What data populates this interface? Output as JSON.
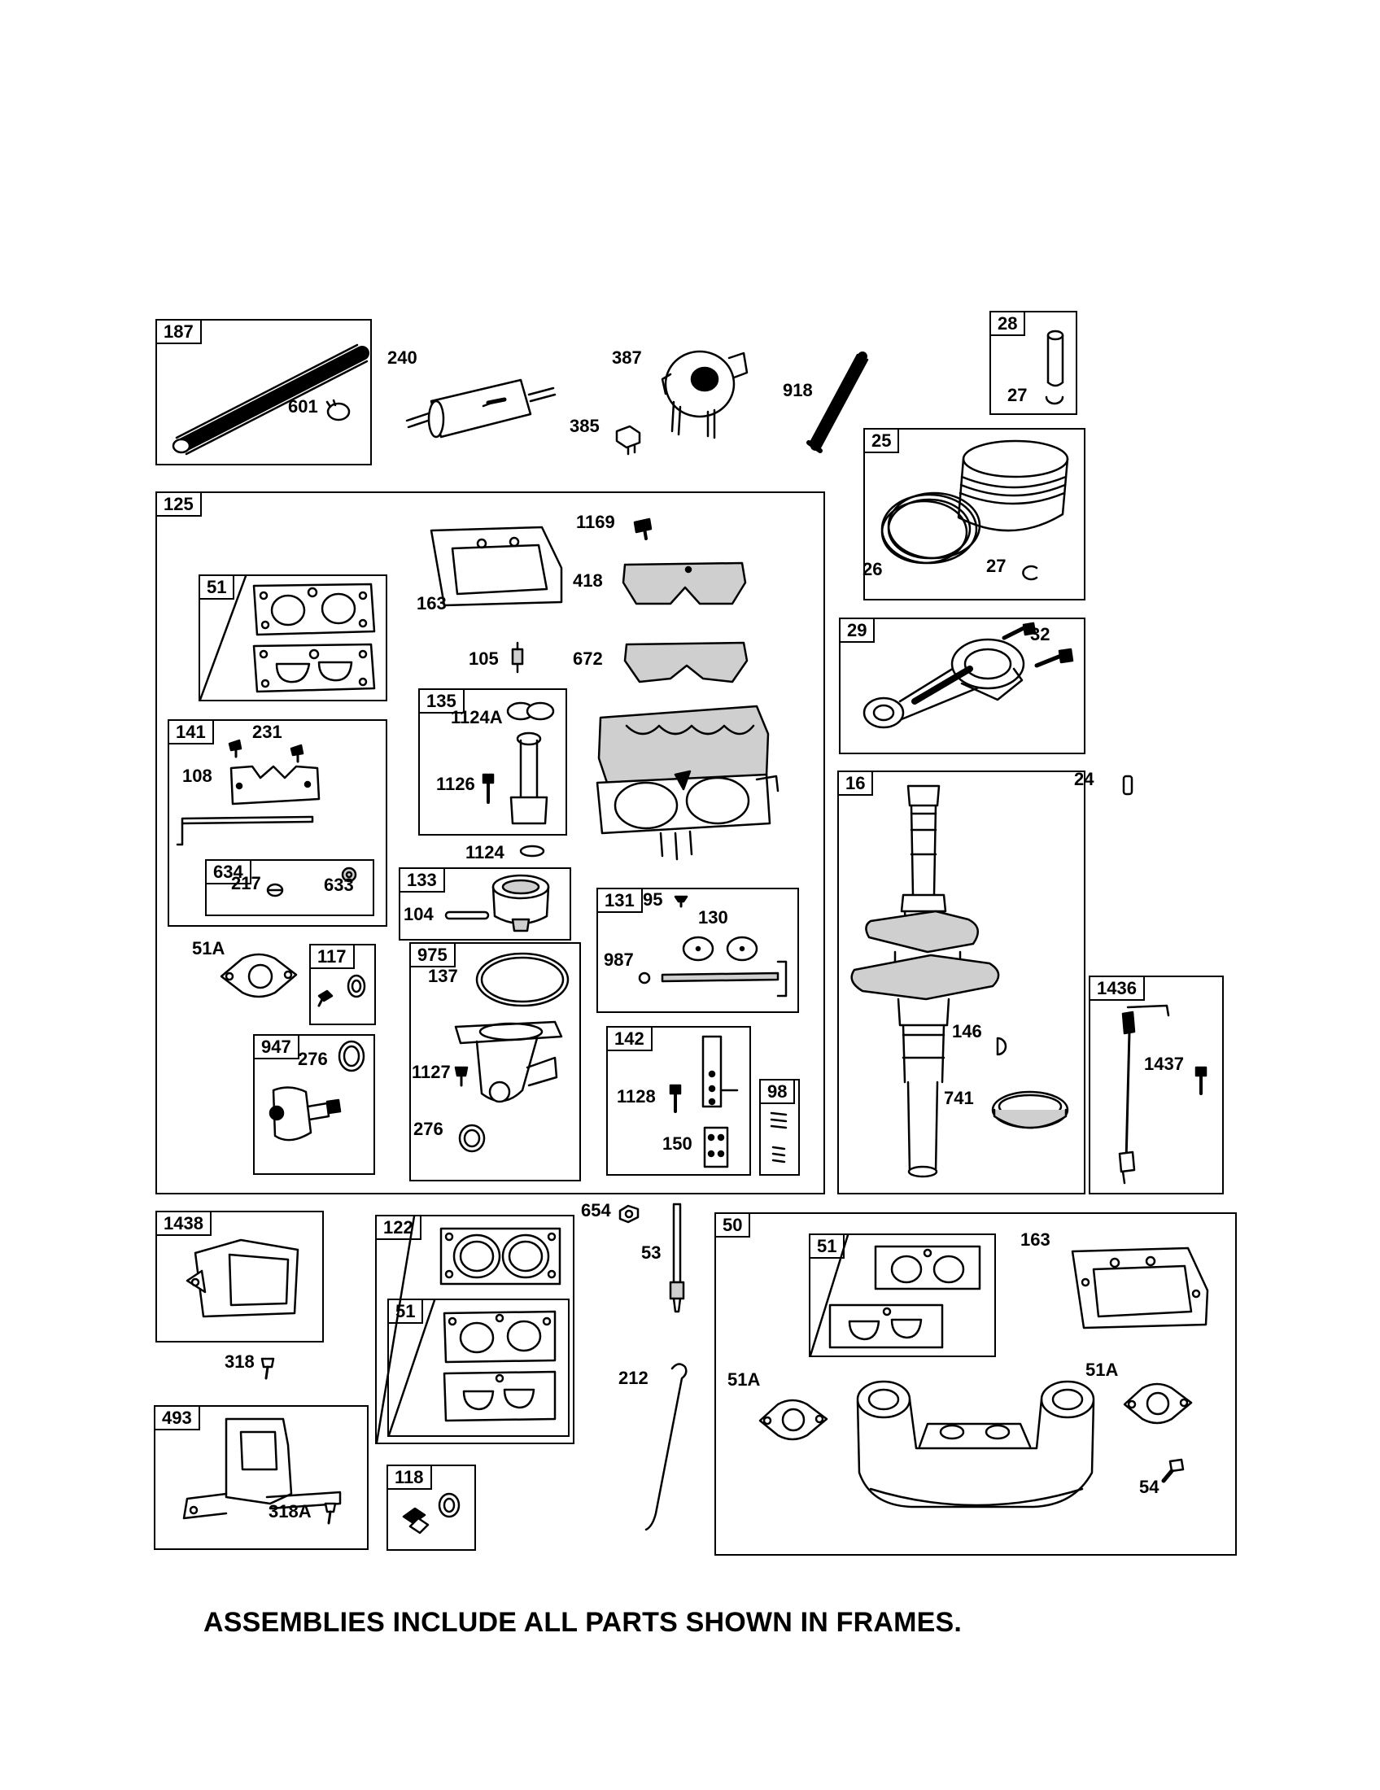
{
  "frames": {
    "f187": "187",
    "f28": "28",
    "f25": "25",
    "f125": "125",
    "f51a": "51",
    "f141": "141",
    "f634": "634",
    "f135": "135",
    "f133": "133",
    "f131": "131",
    "f117": "117",
    "f975": "975",
    "f947": "947",
    "f142": "142",
    "f98": "98",
    "f29": "29",
    "f16": "16",
    "f1436": "1436",
    "f1438": "1438",
    "f122": "122",
    "f51b": "51",
    "f50": "50",
    "f51c": "51",
    "f493": "493",
    "f118": "118"
  },
  "labels": {
    "l601": "601",
    "l240": "240",
    "l387": "387",
    "l385": "385",
    "l918": "918",
    "l27a": "27",
    "l26": "26",
    "l27b": "27",
    "l32": "32",
    "l24": "24",
    "l1169": "1169",
    "l418": "418",
    "l163a": "163",
    "l672": "672",
    "l105": "105",
    "l1124A": "1124A",
    "l1126": "1126",
    "l1124": "1124",
    "l231": "231",
    "l108": "108",
    "l217": "217",
    "l633": "633",
    "l104": "104",
    "l95": "95",
    "l130": "130",
    "l987": "987",
    "l51Aa": "51A",
    "l137": "137",
    "l276a": "276",
    "l1127": "1127",
    "l276b": "276",
    "l1128": "1128",
    "l150": "150",
    "l146": "146",
    "l741": "741",
    "l1437": "1437",
    "l654": "654",
    "l53": "53",
    "l318": "318",
    "l212": "212",
    "l163b": "163",
    "l51Ab": "51A",
    "l51Ac": "51A",
    "l54": "54",
    "l318A": "318A"
  },
  "footer": "ASSEMBLIES INCLUDE ALL PARTS SHOWN IN FRAMES."
}
